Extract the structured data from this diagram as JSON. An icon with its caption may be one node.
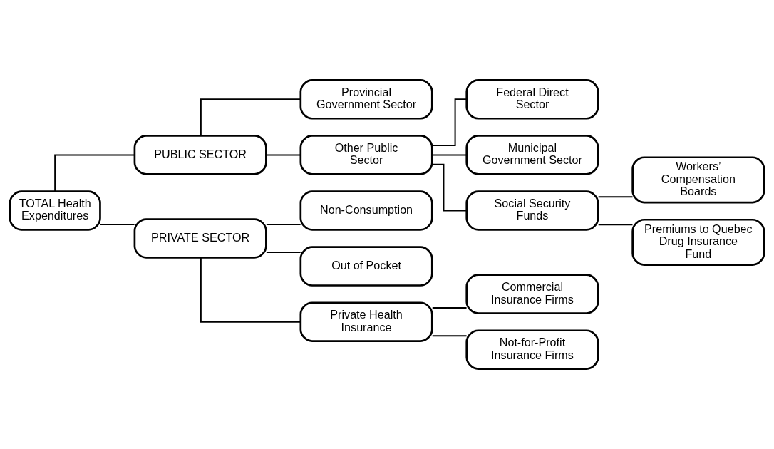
{
  "diagram": {
    "nodes": [
      {
        "text": [
          "TOTAL Health Expenditures"
        ]
      },
      {
        "text": [
          "PUBLIC SECTOR"
        ]
      },
      {
        "text": [
          "PRIVATE SECTOR"
        ]
      },
      {
        "text": [
          "Provincial Government Sector"
        ]
      },
      {
        "text": [
          "Other Public Sector"
        ]
      },
      {
        "text": [
          "Federal Direct Sector"
        ]
      },
      {
        "text": [
          "Municipal Government Sector"
        ]
      },
      {
        "text": [
          "Social Security Funds"
        ]
      },
      {
        "text": [
          "Workers’ Compensation Boards"
        ]
      },
      {
        "text": [
          "Premiums to Quebec Drug Insurance Fund"
        ]
      },
      {
        "text": [
          "Non-Consumption"
        ]
      },
      {
        "text": [
          "Out of Pocket"
        ]
      },
      {
        "text": [
          "Private Health Insurance"
        ]
      },
      {
        "text": [
          "Commercial Insurance Firms"
        ]
      },
      {
        "text": [
          "Not-for-Profit Insurance Firms"
        ]
      }
    ],
    "edges": [
      {
        "from": 0,
        "to": 1,
        "arrow": "none"
      },
      {
        "from": 0,
        "to": 2,
        "arrow": "none"
      },
      {
        "from": 1,
        "to": 3,
        "arrow": "none"
      },
      {
        "from": 1,
        "to": 4,
        "arrow": "none"
      },
      {
        "from": 4,
        "to": 5,
        "arrow": "none"
      },
      {
        "from": 4,
        "to": 6,
        "arrow": "none"
      },
      {
        "from": 4,
        "to": 7,
        "arrow": "none"
      },
      {
        "from": 7,
        "to": 8,
        "arrow": "none"
      },
      {
        "from": 7,
        "to": 9,
        "arrow": "none"
      },
      {
        "from": 2,
        "to": 10,
        "arrow": "none"
      },
      {
        "from": 2,
        "to": 11,
        "arrow": "none"
      },
      {
        "from": 2,
        "to": 12,
        "arrow": "none"
      },
      {
        "from": 12,
        "to": 13,
        "arrow": "none"
      },
      {
        "from": 12,
        "to": 14,
        "arrow": "none"
      }
    ]
  }
}
